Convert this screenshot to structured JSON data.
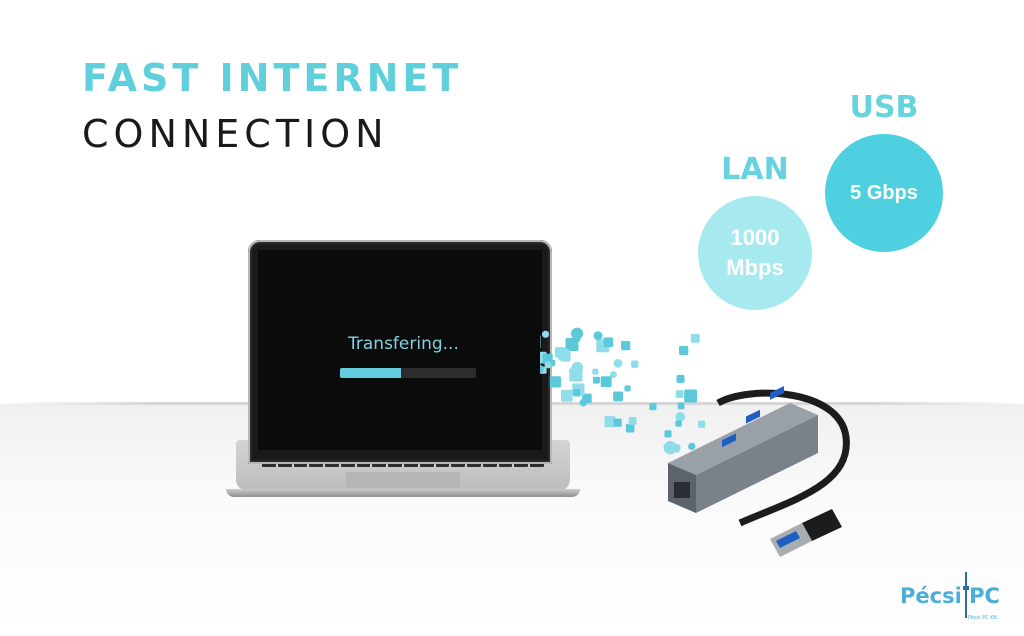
{
  "headline": {
    "line1": "FAST INTERNET",
    "line2": "CONNECTION"
  },
  "lan": {
    "label": "LAN",
    "value": "1000\nMbps",
    "color": "#a6e9ef"
  },
  "usb": {
    "label": "USB",
    "value": "5 Gbps",
    "color": "#4ed0e1"
  },
  "laptop_screen": {
    "status_text": "Transfering...",
    "progress": 0.45,
    "accent": "#63cde0"
  },
  "logo": {
    "text": "Pécsi PC",
    "subtext": "Pécsi PC Kft.",
    "color": "#4aaed7"
  },
  "icons": [
    "usb-hub-icon",
    "ethernet-port-icon",
    "usb-port-icon",
    "app-icons-stream"
  ]
}
